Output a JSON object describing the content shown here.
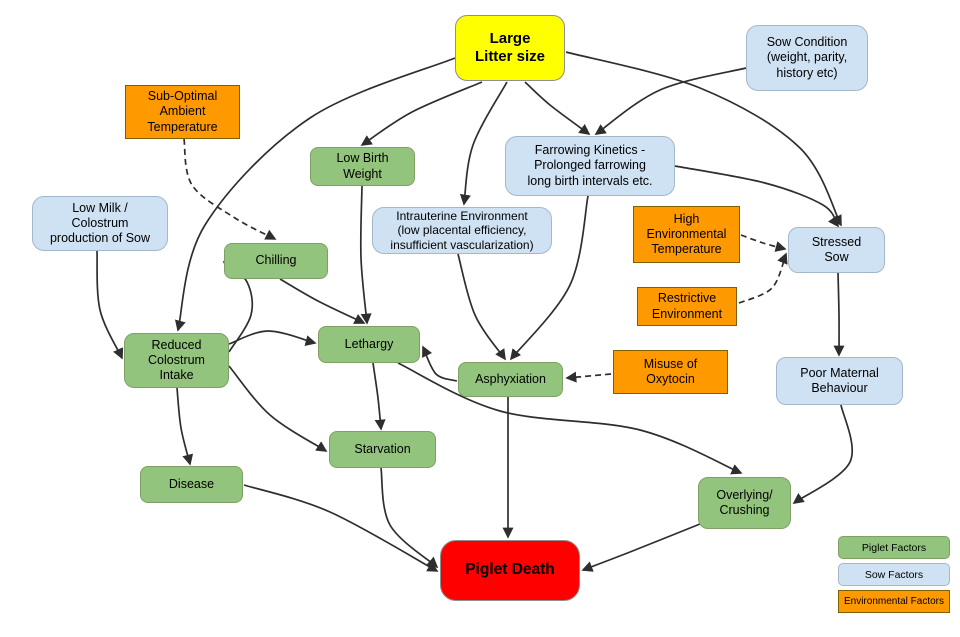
{
  "diagram": {
    "description": "Causal factor diagram of piglet death",
    "colors": {
      "piglet": {
        "fill": "#93c47d",
        "border": "#7f9f65"
      },
      "sow": {
        "fill": "#cfe2f3",
        "border": "#a3b8c8"
      },
      "environment": {
        "fill": "#ff9900",
        "border": "#7f6000"
      },
      "trigger": {
        "fill": "#ffff00",
        "border": "#8f8f8f"
      },
      "outcome": {
        "fill": "#ff0000",
        "border": "#8f8f8f"
      }
    },
    "nodes": [
      {
        "id": "large_litter",
        "label": "Large\nLitter size",
        "category": "trigger",
        "bold": true
      },
      {
        "id": "sow_condition",
        "label": "Sow Condition\n(weight, parity,\nhistory etc)",
        "category": "sow",
        "bold": false
      },
      {
        "id": "sub_optimal",
        "label": "Sub-Optimal\nAmbient\nTemperature",
        "category": "environment",
        "bold": false
      },
      {
        "id": "low_milk",
        "label": "Low Milk /\nColostrum\nproduction of Sow",
        "category": "sow",
        "bold": false
      },
      {
        "id": "low_birth",
        "label": "Low Birth\nWeight",
        "category": "piglet",
        "bold": false
      },
      {
        "id": "farrowing",
        "label": "Farrowing Kinetics -\nProlonged farrowing\nlong birth intervals etc.",
        "category": "sow",
        "bold": false
      },
      {
        "id": "intrauterine",
        "label": "Intrauterine Environment\n(low placental efficiency,\ninsufficient vascularization)",
        "category": "sow",
        "bold": false
      },
      {
        "id": "high_env",
        "label": "High\nEnvironmental\nTemperature",
        "category": "environment",
        "bold": false
      },
      {
        "id": "restrictive",
        "label": "Restrictive\nEnvironment",
        "category": "environment",
        "bold": false
      },
      {
        "id": "stressed_sow",
        "label": "Stressed\nSow",
        "category": "sow",
        "bold": false
      },
      {
        "id": "chilling",
        "label": "Chilling",
        "category": "piglet",
        "bold": false
      },
      {
        "id": "reduced_colostrum",
        "label": "Reduced\nColostrum\nIntake",
        "category": "piglet",
        "bold": false
      },
      {
        "id": "lethargy",
        "label": "Lethargy",
        "category": "piglet",
        "bold": false
      },
      {
        "id": "asphyxiation",
        "label": "Asphyxiation",
        "category": "piglet",
        "bold": false
      },
      {
        "id": "misuse",
        "label": "Misuse of\nOxytocin",
        "category": "environment",
        "bold": false
      },
      {
        "id": "poor_maternal",
        "label": "Poor Maternal\nBehaviour",
        "category": "sow",
        "bold": false
      },
      {
        "id": "starvation",
        "label": "Starvation",
        "category": "piglet",
        "bold": false
      },
      {
        "id": "disease",
        "label": "Disease",
        "category": "piglet",
        "bold": false
      },
      {
        "id": "overlying",
        "label": "Overlying/\nCrushing",
        "category": "piglet",
        "bold": false
      },
      {
        "id": "piglet_death",
        "label": "Piglet Death",
        "category": "outcome",
        "bold": true
      }
    ],
    "edges": [
      {
        "from": "large_litter",
        "to": "low_birth",
        "style": "solid"
      },
      {
        "from": "large_litter",
        "to": "intrauterine",
        "style": "solid"
      },
      {
        "from": "large_litter",
        "to": "farrowing",
        "style": "solid"
      },
      {
        "from": "large_litter",
        "to": "stressed_sow",
        "style": "solid"
      },
      {
        "from": "large_litter",
        "to": "reduced_colostrum",
        "style": "solid"
      },
      {
        "from": "sow_condition",
        "to": "farrowing",
        "style": "solid"
      },
      {
        "from": "farrowing",
        "to": "stressed_sow",
        "style": "solid"
      },
      {
        "from": "farrowing",
        "to": "asphyxiation",
        "style": "solid"
      },
      {
        "from": "intrauterine",
        "to": "asphyxiation",
        "style": "solid"
      },
      {
        "from": "low_milk",
        "to": "reduced_colostrum",
        "style": "solid"
      },
      {
        "from": "reduced_colostrum",
        "to": "chilling",
        "style": "solid"
      },
      {
        "from": "reduced_colostrum",
        "to": "lethargy",
        "style": "solid"
      },
      {
        "from": "reduced_colostrum",
        "to": "starvation",
        "style": "solid"
      },
      {
        "from": "reduced_colostrum",
        "to": "disease",
        "style": "solid"
      },
      {
        "from": "chilling",
        "to": "lethargy",
        "style": "solid"
      },
      {
        "from": "low_birth",
        "to": "lethargy",
        "style": "solid"
      },
      {
        "from": "asphyxiation",
        "to": "lethargy",
        "style": "solid"
      },
      {
        "from": "lethargy",
        "to": "starvation",
        "style": "solid"
      },
      {
        "from": "lethargy",
        "to": "overlying",
        "style": "solid"
      },
      {
        "from": "stressed_sow",
        "to": "poor_maternal",
        "style": "solid"
      },
      {
        "from": "poor_maternal",
        "to": "overlying",
        "style": "solid"
      },
      {
        "from": "asphyxiation",
        "to": "piglet_death",
        "style": "solid"
      },
      {
        "from": "starvation",
        "to": "piglet_death",
        "style": "solid"
      },
      {
        "from": "disease",
        "to": "piglet_death",
        "style": "solid"
      },
      {
        "from": "overlying",
        "to": "piglet_death",
        "style": "solid"
      },
      {
        "from": "sub_optimal",
        "to": "chilling",
        "style": "dashed"
      },
      {
        "from": "high_env",
        "to": "stressed_sow",
        "style": "dashed"
      },
      {
        "from": "restrictive",
        "to": "stressed_sow",
        "style": "dashed"
      },
      {
        "from": "misuse",
        "to": "asphyxiation",
        "style": "dashed"
      }
    ],
    "legend": [
      {
        "label": "Piglet Factors",
        "category": "piglet"
      },
      {
        "label": "Sow Factors",
        "category": "sow"
      },
      {
        "label": "Environmental Factors",
        "category": "environment"
      }
    ]
  }
}
